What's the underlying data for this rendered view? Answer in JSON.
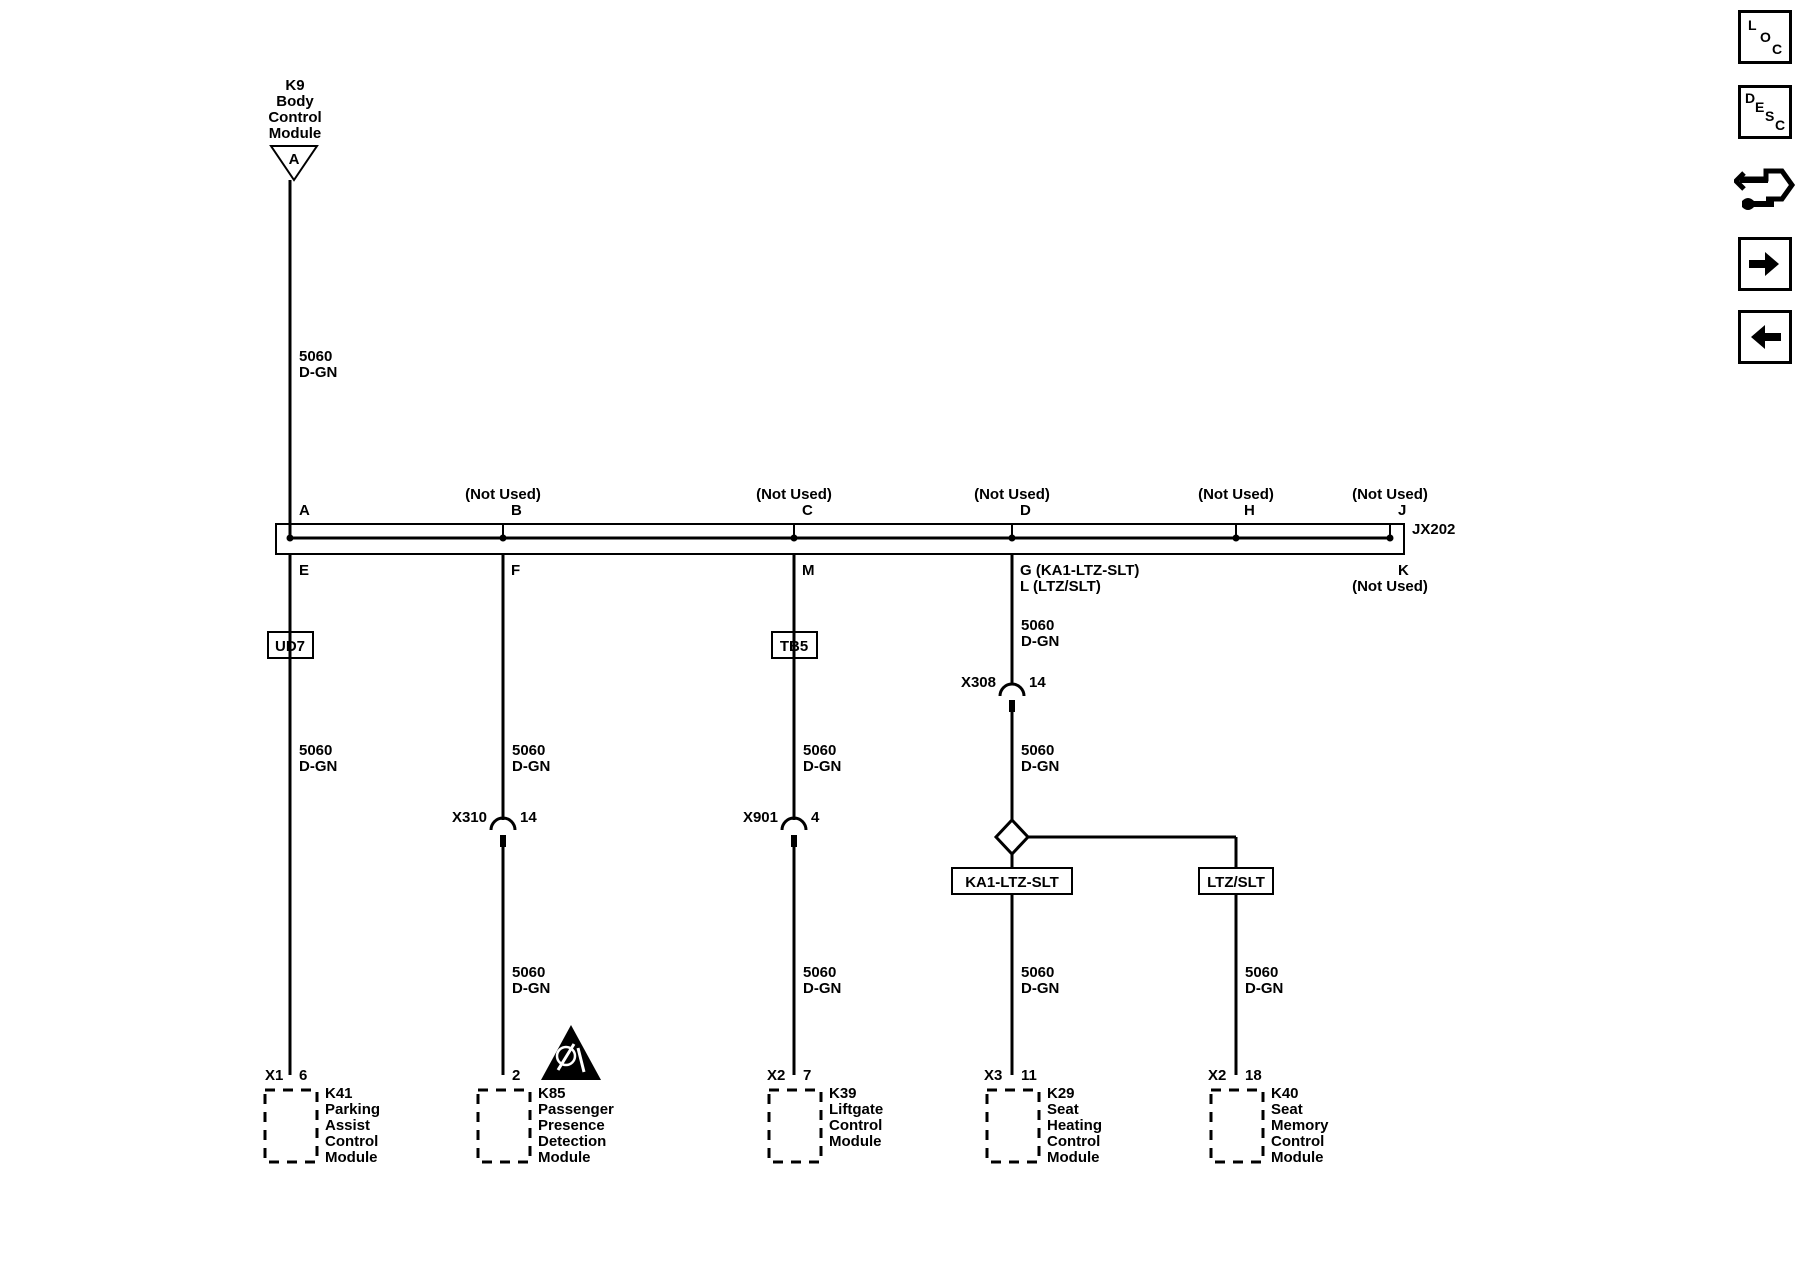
{
  "source": {
    "id": "K9",
    "lines": [
      "Body",
      "Control",
      "Module"
    ],
    "pin": "A"
  },
  "wires": {
    "circuit": "5060",
    "color": "D-GN"
  },
  "splice_pack": {
    "name": "JX202",
    "top_pins": {
      "A": {
        "letter": "A",
        "note": ""
      },
      "B": {
        "letter": "B",
        "note": "(Not Used)"
      },
      "C": {
        "letter": "C",
        "note": "(Not Used)"
      },
      "D": {
        "letter": "D",
        "note": "(Not Used)"
      },
      "H": {
        "letter": "H",
        "note": "(Not Used)"
      },
      "J": {
        "letter": "J",
        "note": "(Not Used)"
      }
    },
    "bottom_pins": {
      "E": "E",
      "F": "F",
      "M": "M",
      "G": "G (KA1-LTZ-SLT)",
      "L": "L (LTZ/SLT)",
      "K": "K",
      "K_note": "(Not Used)"
    }
  },
  "options": {
    "ud7": "UD7",
    "tb5": "TB5",
    "ka1": "KA1-LTZ-SLT",
    "ltz": "LTZ/SLT"
  },
  "inline_connectors": {
    "x308": {
      "name": "X308",
      "pin": "14"
    },
    "x310": {
      "name": "X310",
      "pin": "14"
    },
    "x901": {
      "name": "X901",
      "pin": "4"
    }
  },
  "modules": {
    "k41": {
      "connector": "X1",
      "pin": "6",
      "id": "K41",
      "lines": [
        "Parking",
        "Assist",
        "Control",
        "Module"
      ]
    },
    "k85": {
      "connector": "",
      "pin": "2",
      "id": "K85",
      "lines": [
        "Passenger",
        "Presence",
        "Detection",
        "Module"
      ]
    },
    "k39": {
      "connector": "X2",
      "pin": "7",
      "id": "K39",
      "lines": [
        "Liftgate",
        "Control",
        "Module"
      ]
    },
    "k29": {
      "connector": "X3",
      "pin": "11",
      "id": "K29",
      "lines": [
        "Seat",
        "Heating",
        "Control",
        "Module"
      ]
    },
    "k40": {
      "connector": "X2",
      "pin": "18",
      "id": "K40",
      "lines": [
        "Seat",
        "Memory",
        "Control",
        "Module"
      ]
    }
  },
  "nav": {
    "loc": [
      "L",
      "O",
      "C"
    ],
    "desc": [
      "D",
      "E",
      "S",
      "C"
    ],
    "icons": [
      "loc-icon",
      "desc-icon",
      "connector-wrench-icon",
      "arrow-right-icon",
      "arrow-left-icon"
    ]
  }
}
